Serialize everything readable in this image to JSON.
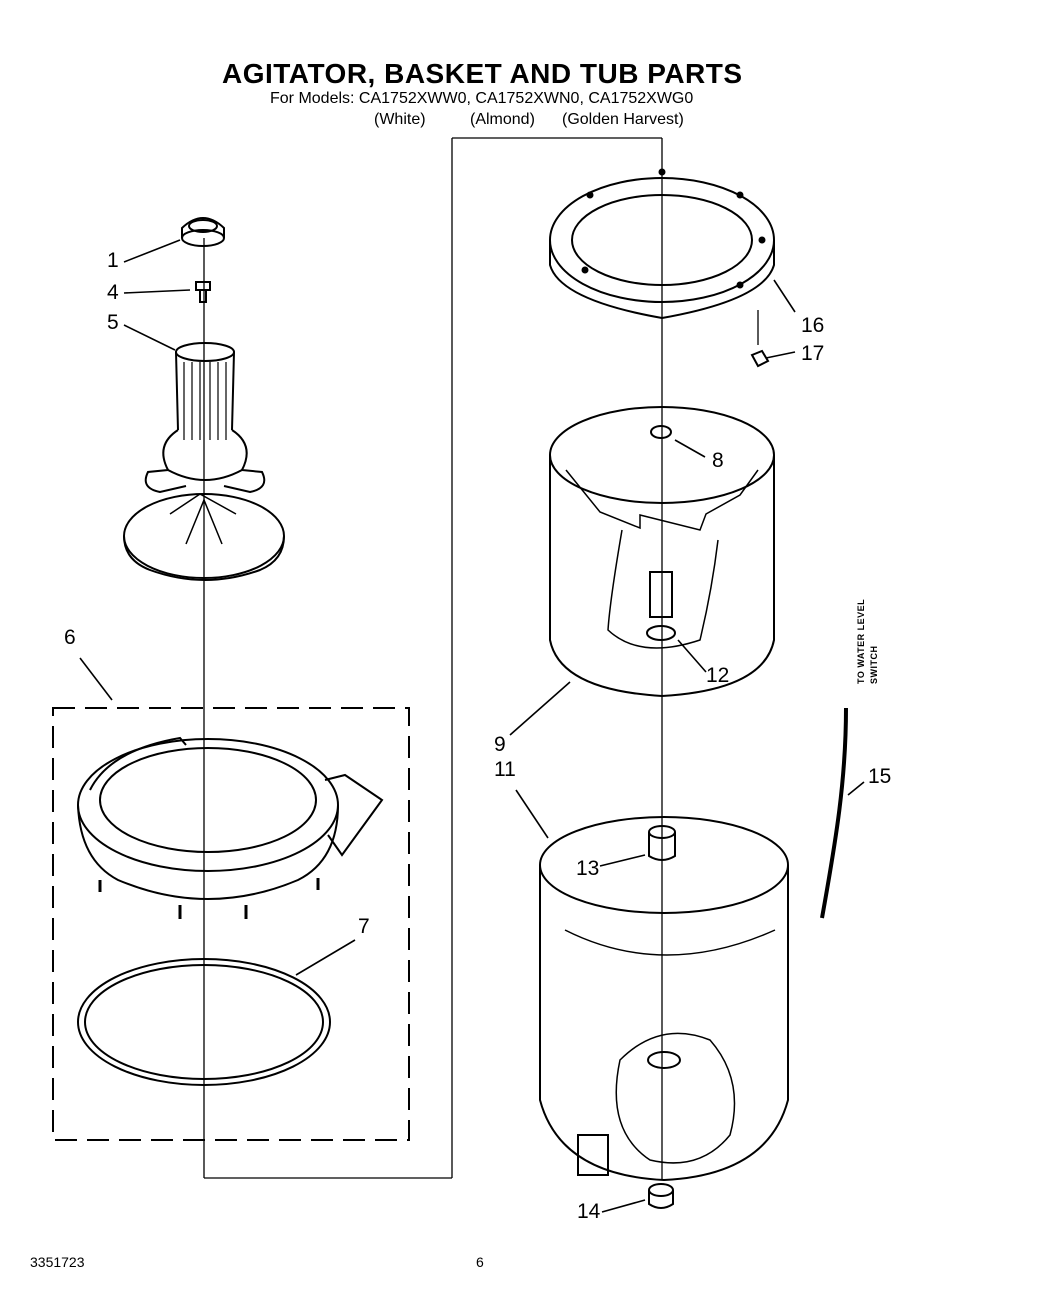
{
  "header": {
    "title": "AGITATOR, BASKET AND TUB PARTS",
    "models_line": "For Models: CA1752XWW0, CA1752XWN0, CA1752XWG0",
    "colors": [
      "(White)",
      "(Almond)",
      "(Golden Harvest)"
    ]
  },
  "callouts": [
    "1",
    "4",
    "5",
    "6",
    "7",
    "16",
    "17",
    "8",
    "12",
    "9",
    "11",
    "13",
    "14",
    "15"
  ],
  "side_note": [
    "TO WATER LEVEL",
    "SWITCH"
  ],
  "footer": {
    "doc_number": "3351723",
    "page_number": "6"
  }
}
